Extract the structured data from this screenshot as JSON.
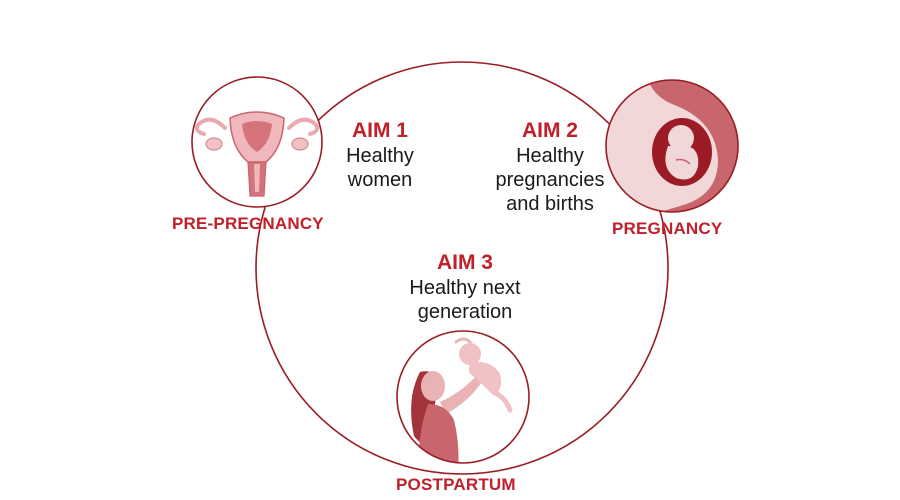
{
  "colors": {
    "accent": "#c0202a",
    "ring": "#9b1c24",
    "light": "#e9b3b6",
    "mid": "#c9656d",
    "dark": "#a3343b"
  },
  "stages": {
    "pre_pregnancy": {
      "label": "PRE-PREGNANCY",
      "icon": "uterus-icon"
    },
    "pregnancy": {
      "label": "PREGNANCY",
      "icon": "fetus-icon"
    },
    "postpartum": {
      "label": "POSTPARTUM",
      "icon": "mother-baby-icon"
    }
  },
  "aims": [
    {
      "title": "AIM 1",
      "lines": [
        "Healthy",
        "women"
      ]
    },
    {
      "title": "AIM 2",
      "lines": [
        "Healthy",
        "pregnancies",
        "and births"
      ]
    },
    {
      "title": "AIM 3",
      "lines": [
        "Healthy next",
        "generation"
      ]
    }
  ]
}
